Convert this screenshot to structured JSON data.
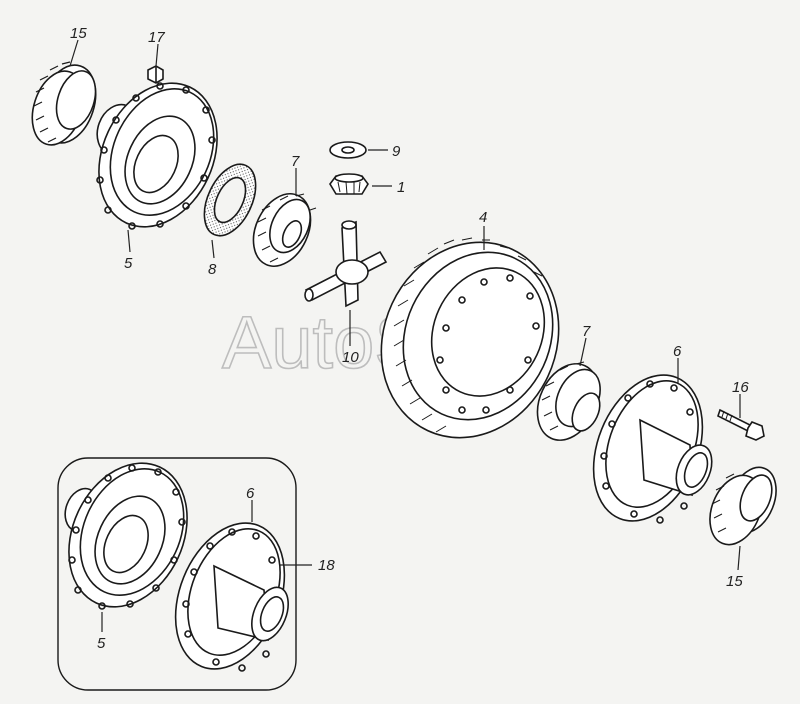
{
  "watermark": "AutoSoft",
  "callouts": {
    "c15_top": "15",
    "c17": "17",
    "c9": "9",
    "c1": "1",
    "c7_top": "7",
    "c5_top": "5",
    "c8": "8",
    "c4": "4",
    "c10": "10",
    "c7_mid": "7",
    "c6_right": "6",
    "c16": "16",
    "c15_bottom": "15",
    "c6_inset": "6",
    "c18": "18",
    "c5_inset": "5"
  },
  "colors": {
    "line": "#1a1a1a",
    "background": "#f4f4f2",
    "watermark": "#bdbdbd"
  }
}
